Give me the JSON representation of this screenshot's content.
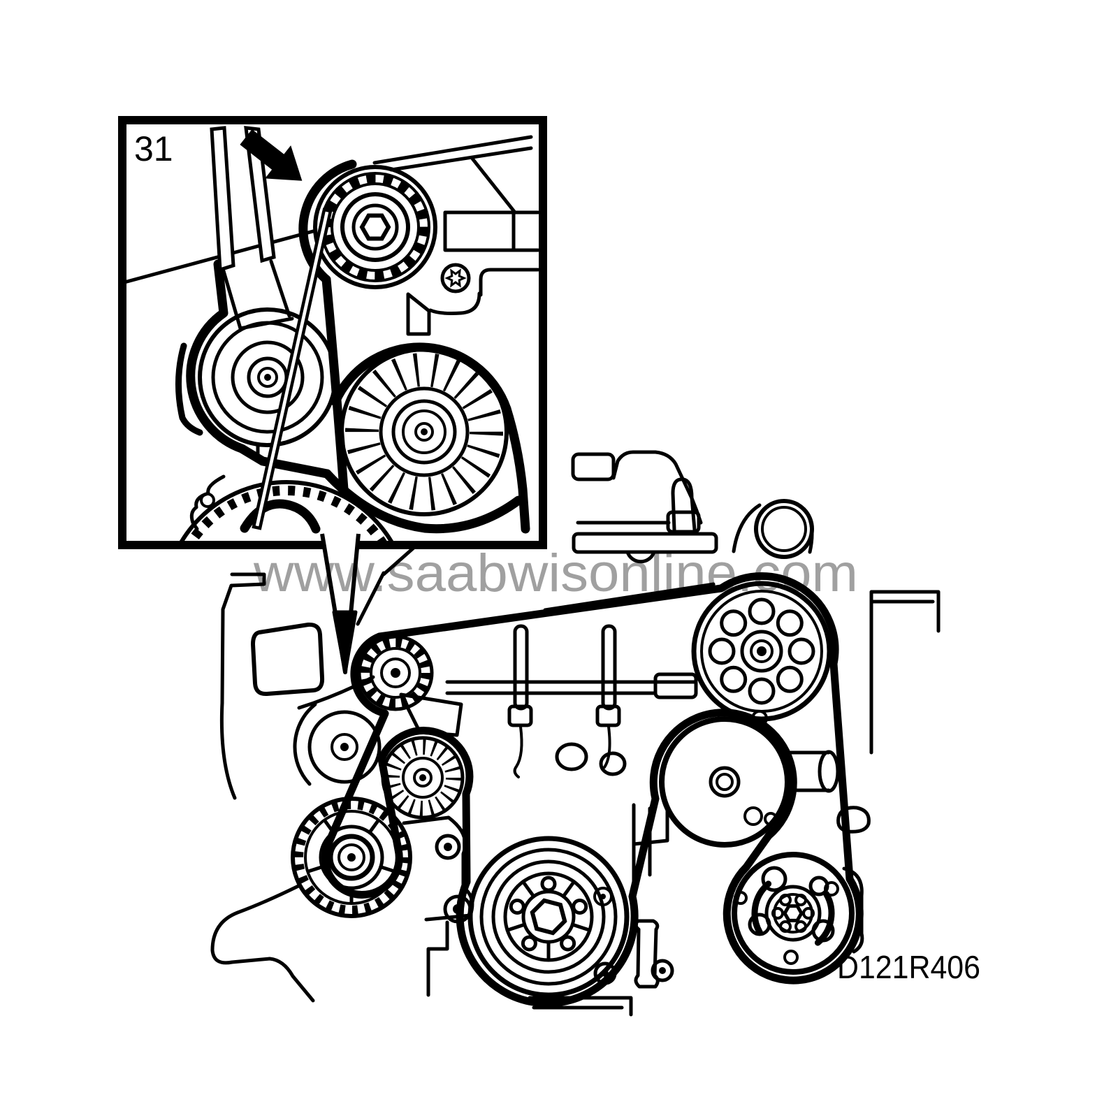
{
  "title": "Drive belt routing diagram with tensioner detail",
  "canvas": {
    "background": "#ffffff",
    "line_color": "#000000"
  },
  "inset": {
    "label": "31",
    "description": "magnified-detail-of-belt-tensioner"
  },
  "watermark": {
    "text": "www.saabwisonline.com",
    "color": "#9b9b9b"
  },
  "figure": {
    "code": "D121R406"
  },
  "components": {
    "inset_view": [
      "belt-tensioner-pulley",
      "coolant-pump-pulley",
      "ribbed-idler-pulley",
      "drive-belt",
      "hex-key-tool",
      "direction-arrow",
      "torx-screw"
    ],
    "main_view": [
      "tensioner-gear-pulley",
      "small-idler-pulley",
      "ribbed-idler-pulley",
      "tensioner-wheel",
      "crankshaft-pulley",
      "alternator-pulley",
      "power-steering-pulley",
      "ac-compressor-pulley",
      "drive-belt",
      "engine-block",
      "valve-cover",
      "thermostat-housing"
    ]
  }
}
